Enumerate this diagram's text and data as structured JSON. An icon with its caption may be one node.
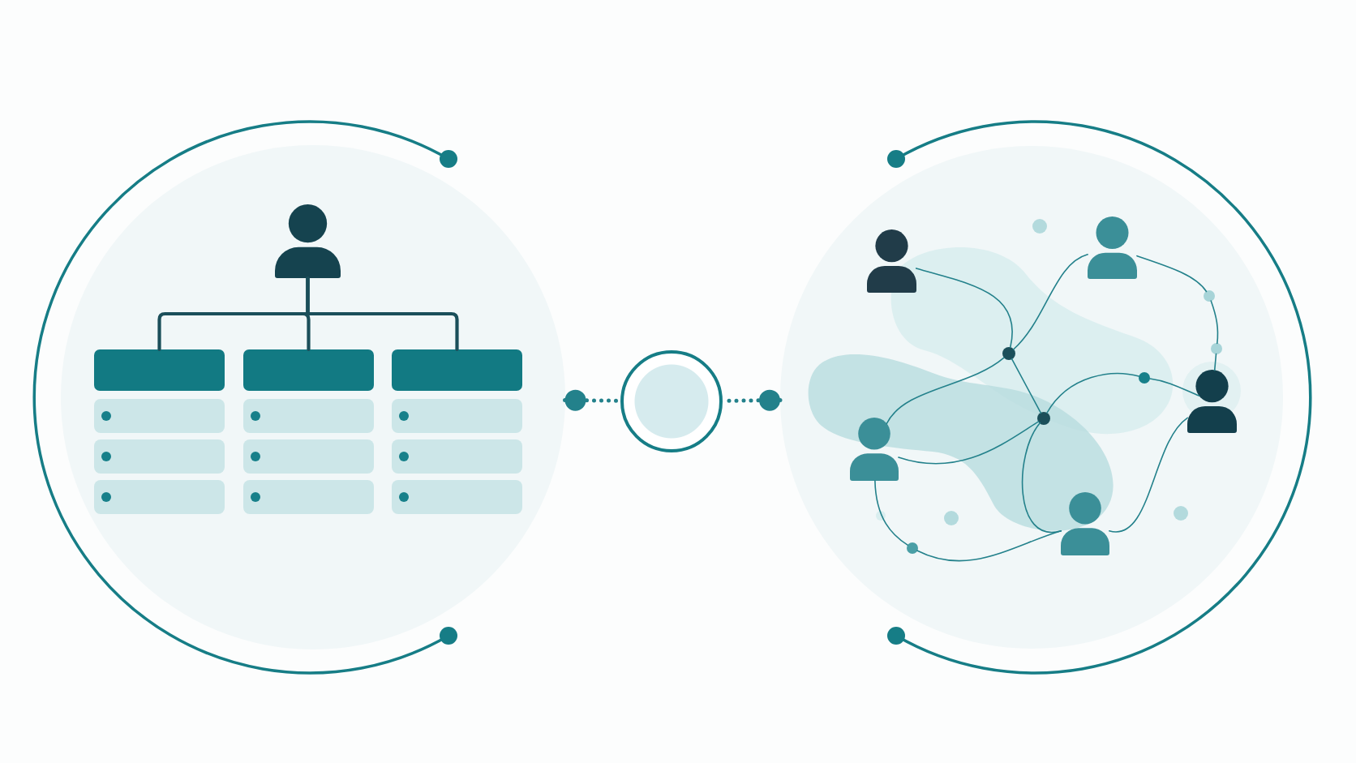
{
  "diagram": {
    "nodes": [
      {
        "text": [],
        "shape": "circle"
      },
      {
        "text": [],
        "shape": "person",
        "in": 0
      },
      {
        "text": [],
        "shape": "bar",
        "in": 0
      },
      {
        "text": [],
        "shape": "bar",
        "in": 0
      },
      {
        "text": [],
        "shape": "bar",
        "in": 0
      },
      {
        "text": [],
        "shape": "box",
        "in": 0
      },
      {
        "text": [],
        "shape": "box",
        "in": 0
      },
      {
        "text": [],
        "shape": "box",
        "in": 0
      },
      {
        "text": [],
        "shape": "box",
        "in": 0
      },
      {
        "text": [],
        "shape": "box",
        "in": 0
      },
      {
        "text": [],
        "shape": "box",
        "in": 0
      },
      {
        "text": [],
        "shape": "box",
        "in": 0
      },
      {
        "text": [],
        "shape": "box",
        "in": 0
      },
      {
        "text": [],
        "shape": "box",
        "in": 0
      },
      {
        "text": [],
        "shape": "circle"
      },
      {
        "text": [],
        "shape": "circle"
      },
      {
        "text": [],
        "shape": "person",
        "in": 15
      },
      {
        "text": [],
        "shape": "person",
        "in": 15
      },
      {
        "text": [],
        "shape": "circle",
        "in": 15
      },
      {
        "text": [],
        "shape": "circle",
        "in": 15
      },
      {
        "text": [],
        "shape": "circle",
        "in": 15
      },
      {
        "text": [],
        "shape": "circle",
        "in": 15
      },
      {
        "text": [],
        "shape": "person",
        "in": 15
      },
      {
        "text": [],
        "shape": "circle",
        "in": 15
      },
      {
        "text": [],
        "shape": "person",
        "in": 15
      },
      {
        "text": [],
        "shape": "person",
        "in": 15
      },
      {
        "text": [],
        "shape": "circle",
        "in": 15
      }
    ],
    "edges": [
      {
        "from": 1,
        "to": 2,
        "arrow": "none",
        "style": "thick",
        "color": "#1b4f5a"
      },
      {
        "from": 1,
        "to": 3,
        "arrow": "none",
        "style": "thick",
        "color": "#1b4f5a"
      },
      {
        "from": 1,
        "to": 4,
        "arrow": "none",
        "style": "thick",
        "color": "#1b4f5a"
      },
      {
        "from": 0,
        "to": 14,
        "arrow": "other",
        "style": "dashed"
      },
      {
        "from": 15,
        "to": 14,
        "arrow": "other",
        "style": "dashed"
      },
      {
        "from": 16,
        "to": 19,
        "arrow": "none"
      },
      {
        "from": 17,
        "to": 19,
        "arrow": "none"
      },
      {
        "from": 19,
        "to": 24,
        "arrow": "none"
      },
      {
        "from": 19,
        "to": 23,
        "arrow": "none"
      },
      {
        "from": 17,
        "to": 18,
        "arrow": "none"
      },
      {
        "from": 18,
        "to": 20,
        "arrow": "none"
      },
      {
        "from": 20,
        "to": 22,
        "arrow": "none"
      },
      {
        "from": 23,
        "to": 21,
        "arrow": "none"
      },
      {
        "from": 21,
        "to": 22,
        "arrow": "none"
      },
      {
        "from": 24,
        "to": 23,
        "arrow": "none"
      },
      {
        "from": 23,
        "to": 25,
        "arrow": "none"
      },
      {
        "from": 22,
        "to": 25,
        "arrow": "none"
      },
      {
        "from": 24,
        "to": 26,
        "arrow": "none"
      },
      {
        "from": 26,
        "to": 25,
        "arrow": "none"
      }
    ]
  }
}
